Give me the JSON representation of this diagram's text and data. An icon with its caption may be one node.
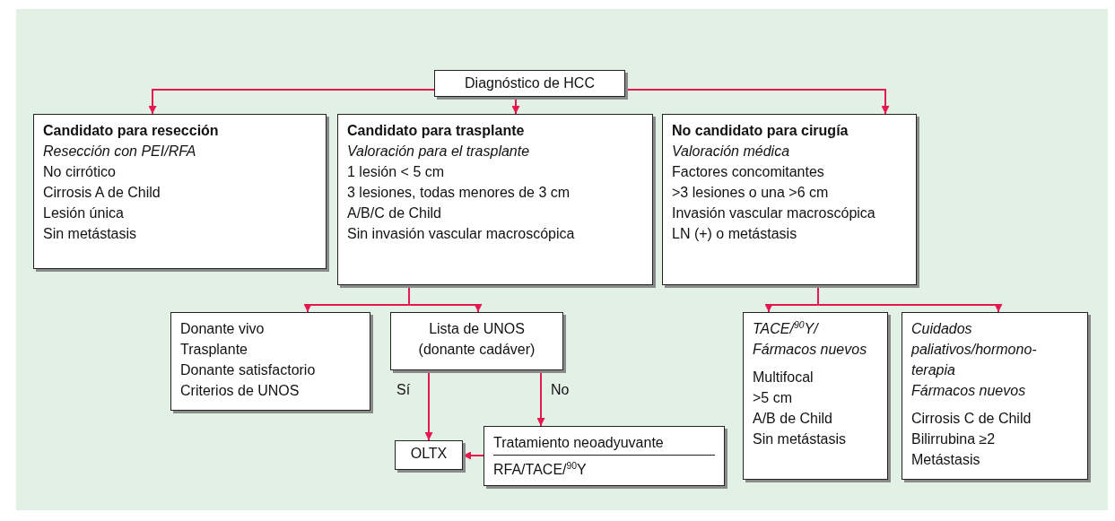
{
  "diagram": {
    "nodes": [
      {
        "text": [
          "Diagnóstico de HCC"
        ]
      },
      {
        "text": [
          "Candidato para resección",
          "Resección con PEI/RFA",
          "No cirrótico",
          "Cirrosis A de Child",
          "Lesión única",
          "Sin metástasis"
        ]
      },
      {
        "text": [
          "Candidato para trasplante",
          "Valoración para el trasplante",
          "1 lesión < 5 cm",
          "3 lesiones, todas menores de 3 cm",
          "A/B/C de Child",
          "Sin invasión vascular macroscópica"
        ]
      },
      {
        "text": [
          "No candidato para cirugía",
          "Valoración médica",
          "Factores concomitantes",
          ">3 lesiones o una >6 cm",
          "Invasión vascular macroscópica",
          "LN (+) o metástasis"
        ]
      },
      {
        "text": [
          "Donante vivo",
          "Trasplante",
          "Donante satisfactorio",
          "Criterios de UNOS"
        ]
      },
      {
        "text": [
          "Lista de UNOS (donante cadáver)"
        ]
      },
      {
        "text": [
          "OLTX"
        ]
      },
      {
        "text": [
          "Tratamiento neoadyuvante",
          "RFA/TACE/$^{90}$Y"
        ]
      },
      {
        "text": [
          "TACE/$^{90}$Y/ Fármacos nuevos",
          "Multifocal",
          ">5 cm",
          "A/B de Child",
          "Sin metástasis"
        ]
      },
      {
        "text": [
          "Cuidados paliativos/hormono- terapia",
          "Fármacos nuevos",
          "Cirrosis C de Child",
          "Bilirrubina ≥2",
          "Metástasis"
        ]
      }
    ],
    "edges": [
      {
        "from": 0,
        "to": 1,
        "arrow": "to"
      },
      {
        "from": 0,
        "to": 2,
        "arrow": "to"
      },
      {
        "from": 0,
        "to": 3,
        "arrow": "to"
      },
      {
        "from": 2,
        "to": 4,
        "arrow": "to"
      },
      {
        "from": 2,
        "to": 5,
        "arrow": "to"
      },
      {
        "from": 5,
        "to": 6,
        "arrow": "to",
        "label": "Sí"
      },
      {
        "from": 5,
        "to": 7,
        "arrow": "to",
        "label": "No"
      },
      {
        "from": 7,
        "to": 6,
        "arrow": "to"
      },
      {
        "from": 3,
        "to": 8,
        "arrow": "to"
      },
      {
        "from": 3,
        "to": 9,
        "arrow": "to"
      }
    ]
  }
}
